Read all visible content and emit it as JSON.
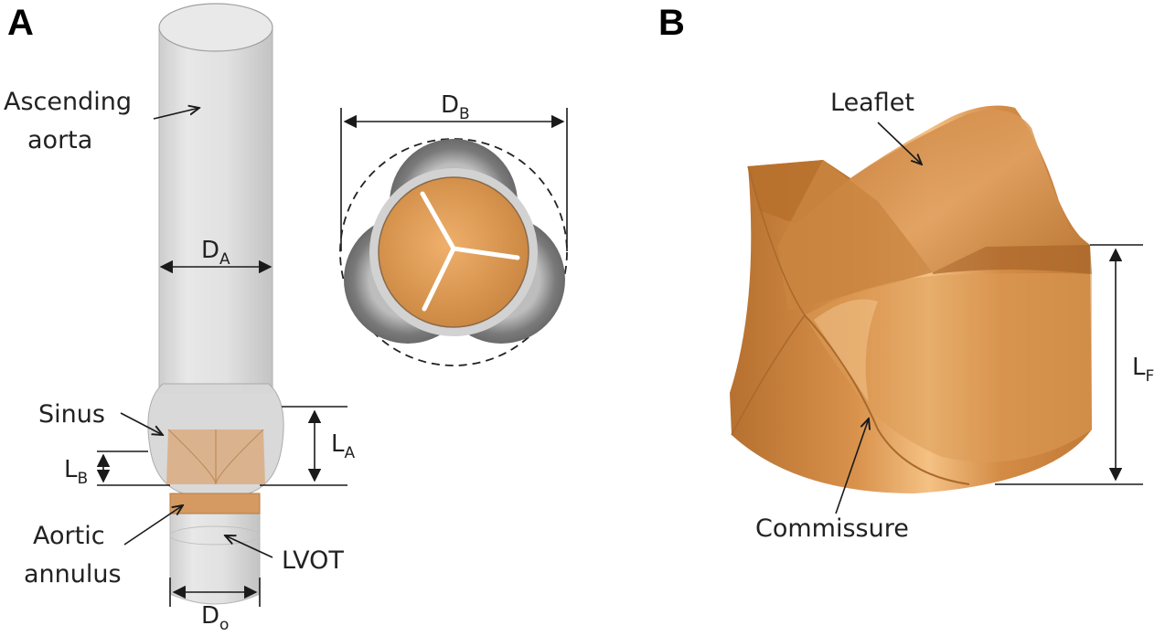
{
  "panels": {
    "a": "A",
    "b": "B"
  },
  "labels": {
    "ascending_aorta_line1": "Ascending",
    "ascending_aorta_line2": "aorta",
    "sinus": "Sinus",
    "aortic_annulus_line1": "Aortic",
    "aortic_annulus_line2": "annulus",
    "lvot": "LVOT",
    "leaflet": "Leaflet",
    "commissure": "Commissure"
  },
  "dimensions": {
    "d_a": {
      "base": "D",
      "sub": "A"
    },
    "d_b": {
      "base": "D",
      "sub": "B"
    },
    "d_o": {
      "base": "D",
      "sub": "o"
    },
    "l_a": {
      "base": "L",
      "sub": "A"
    },
    "l_b": {
      "base": "L",
      "sub": "B"
    },
    "l_f": {
      "base": "L",
      "sub": "F"
    }
  },
  "colors": {
    "vessel_fill": "#dcdcdc",
    "vessel_edge": "#a8a8a8",
    "leaflet_orange": "#d08a45",
    "leaflet_highlight": "#f2bd7e",
    "leaflet_shadow": "#9c5e25",
    "sinus_gray": "#8c8c8c"
  }
}
